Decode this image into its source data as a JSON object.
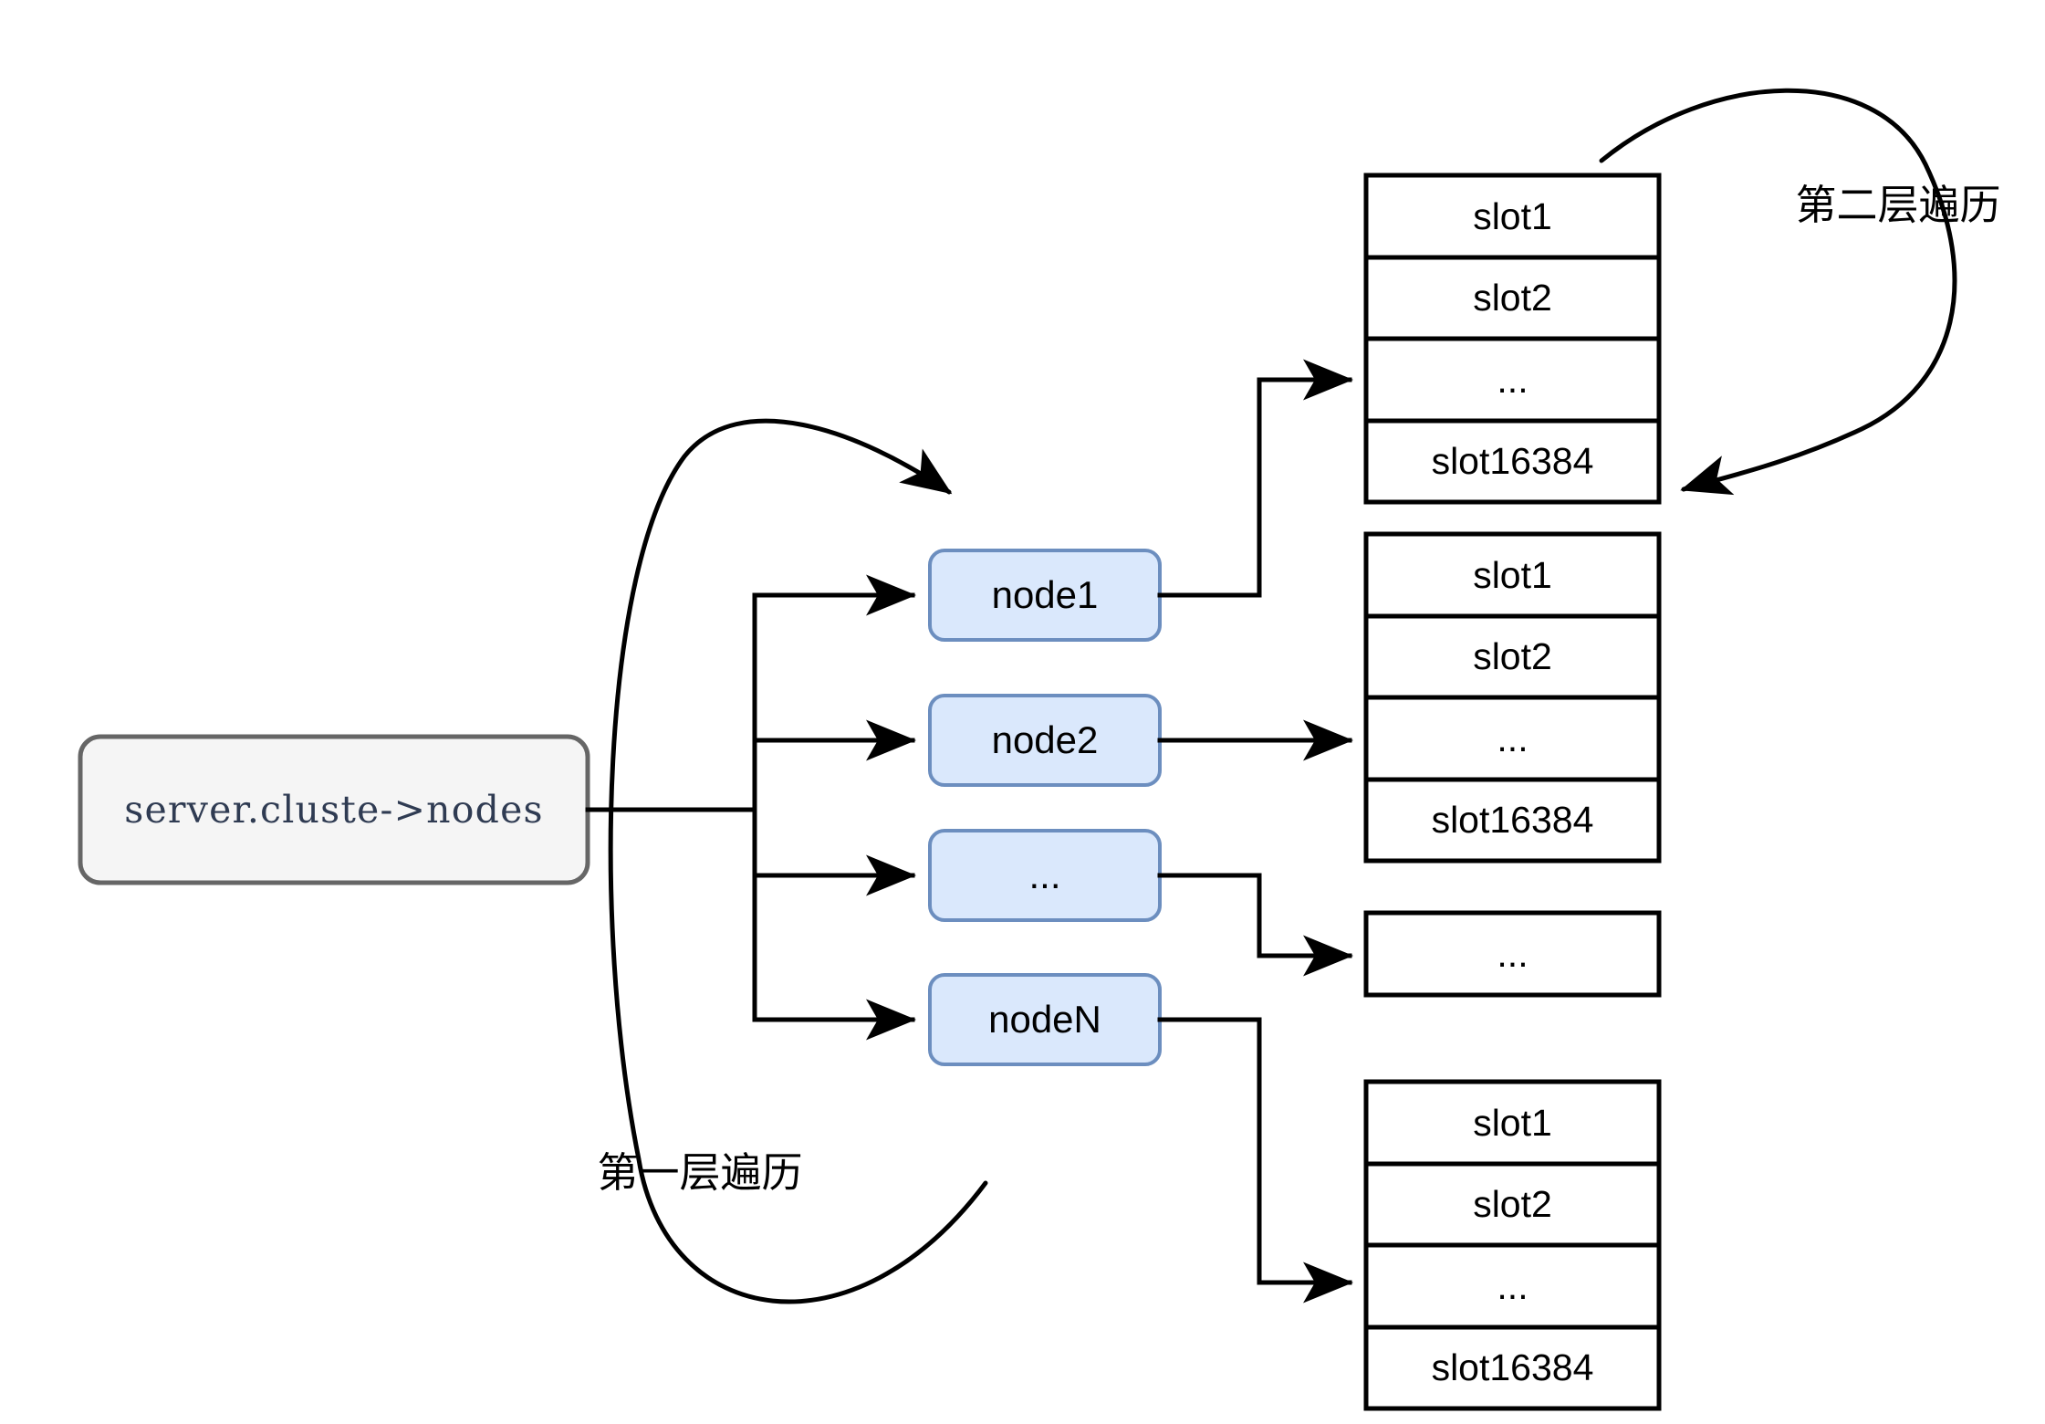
{
  "diagram": {
    "title": "Redis cluster nodes / slots two-level traversal",
    "background_color": "#ffffff",
    "line_color": "#000000",
    "node_fill": "#dae8fc",
    "node_stroke": "#6c8ebf",
    "root_fill": "#f5f5f5",
    "root_stroke": "#666666",
    "table_fill": "#ffffff",
    "table_stroke": "#000000"
  },
  "root": {
    "label": "server.cluste->nodes"
  },
  "nodes": [
    {
      "label": "node1"
    },
    {
      "label": "node2"
    },
    {
      "label": "..."
    },
    {
      "label": "nodeN"
    }
  ],
  "slot_tables": [
    {
      "rows": [
        "slot1",
        "slot2",
        "...",
        "slot16384"
      ]
    },
    {
      "rows": [
        "slot1",
        "slot2",
        "...",
        "slot16384"
      ]
    },
    {
      "rows": [
        "..."
      ]
    },
    {
      "rows": [
        "slot1",
        "slot2",
        "...",
        "slot16384"
      ]
    }
  ],
  "annotations": {
    "first_layer": "第一层遍历",
    "second_layer": "第二层遍历"
  }
}
